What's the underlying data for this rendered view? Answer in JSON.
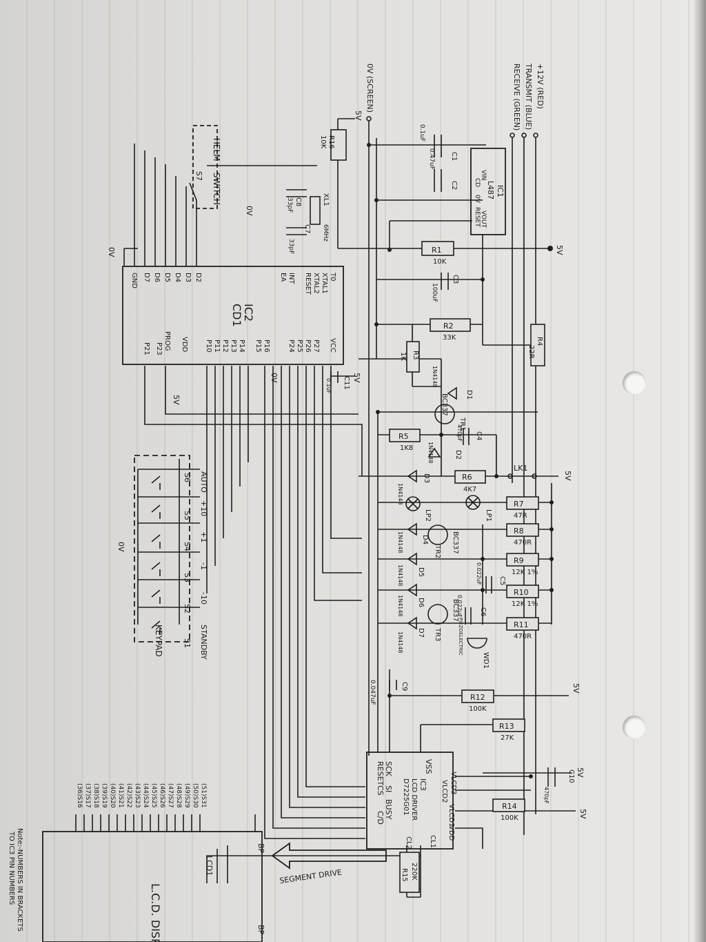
{
  "chip_labels": {
    "ic1": [
      "IC1",
      "L487",
      "VIN",
      "VOUT",
      "CD",
      "0V",
      "RESET"
    ],
    "ic2": [
      "IC2",
      "CD1",
      "T0",
      "XTAL1",
      "XTAL2",
      "RESET",
      "EA",
      "INT",
      "GND",
      "VCC",
      "VDD",
      "PROG"
    ],
    "ic3": [
      "IC3",
      "LCD DRIVER",
      "D7225G01",
      "VSS",
      "VLCD3",
      "VLCD2",
      "VLCD1",
      "VDD",
      "CL1",
      "CL2",
      "SCK",
      "RESET",
      "SI",
      "CS",
      "BUSY",
      "C/D"
    ]
  },
  "connector": [
    "+12V (RED)",
    "TRANSMIT (BLUE)",
    "RECEIVE (GREEN)",
    "0V (SCREEN)"
  ],
  "components": [
    {
      "ref": "R16",
      "val": "10K"
    },
    {
      "ref": "C1",
      "val": "0.47uF"
    },
    {
      "ref": "C2",
      "val": ""
    },
    {
      "ref": "C8",
      "val": "33pF"
    },
    {
      "ref": "C7",
      "val": "33pF"
    },
    {
      "ref": "XL1",
      "val": "6MHz"
    },
    {
      "ref": "R1",
      "val": "10K"
    },
    {
      "ref": "C3",
      "val": "100uF"
    },
    {
      "ref": "R2",
      "val": "33K"
    },
    {
      "ref": "R3",
      "val": "1K"
    },
    {
      "ref": "R4",
      "val": "22R"
    },
    {
      "ref": "D1",
      "val": "1N4148"
    },
    {
      "ref": "TR1",
      "val": "BC337"
    },
    {
      "ref": "C11",
      "val": "0.1uF"
    },
    {
      "ref": "R5",
      "val": "1K8"
    },
    {
      "ref": "C4",
      "val": "470pF"
    },
    {
      "ref": "D2",
      "val": "1N4148"
    },
    {
      "ref": "D3",
      "val": "1N4148"
    },
    {
      "ref": "R6",
      "val": "4K7"
    },
    {
      "ref": "LK1",
      "val": ""
    },
    {
      "ref": "LP1",
      "val": ""
    },
    {
      "ref": "LP2",
      "val": ""
    },
    {
      "ref": "R7",
      "val": "47R"
    },
    {
      "ref": "R8",
      "val": "470R"
    },
    {
      "ref": "D4",
      "val": "1N4148"
    },
    {
      "ref": "TR2",
      "val": "BC337"
    },
    {
      "ref": "R9",
      "val": "12K 1%"
    },
    {
      "ref": "C5",
      "val": "0.022uF"
    },
    {
      "ref": "D5",
      "val": "1N4148"
    },
    {
      "ref": "R10",
      "val": "12K 1%"
    },
    {
      "ref": "D6",
      "val": "1N4148"
    },
    {
      "ref": "C6",
      "val": "0.022uF"
    },
    {
      "ref": "TR3",
      "val": "BC337"
    },
    {
      "ref": "R11",
      "val": "470R"
    },
    {
      "ref": "D7",
      "val": "1N4148"
    },
    {
      "ref": "WD1",
      "val": "PIEZOELECTRIC"
    },
    {
      "ref": "C9",
      "val": "0.047uF"
    },
    {
      "ref": "R12",
      "val": "100K"
    },
    {
      "ref": "R13",
      "val": "27K"
    },
    {
      "ref": "C10",
      "val": "470pF"
    },
    {
      "ref": "R14",
      "val": "100K"
    },
    {
      "ref": "R15",
      "val": "220K"
    }
  ],
  "switch_labels": [
    "HELM",
    "SWITCH",
    "S7"
  ],
  "keypad": {
    "title": "KEYPAD",
    "keys": [
      {
        "ref": "S6",
        "label": "AUTO"
      },
      {
        "ref": "S5",
        "label": "+10"
      },
      {
        "ref": "S4",
        "label": "+1"
      },
      {
        "ref": "S3",
        "label": "-1"
      },
      {
        "ref": "S2",
        "label": "-10"
      },
      {
        "ref": "S1",
        "label": "STANDBY"
      }
    ]
  },
  "rail_labels": {
    "v5": "5V",
    "v0": "0V",
    "v12": "0.1uF"
  },
  "lcd": {
    "title": "L.C.D. DISPLAY",
    "designator": "LCD1",
    "arrow_label": "SEGMENT DRIVE",
    "pins_top": [
      "(51)S31",
      "(50)S30",
      "(49)S29",
      "(48)S28",
      "(47)S27",
      "(46)S26",
      "(45)S25",
      "(44)S24",
      "(43)S23",
      "(42)S22",
      "(41)S21",
      "(40)S20",
      "(39)S19",
      "(38)S18",
      "(37)S17",
      "(36)S16"
    ],
    "bp": "BP"
  },
  "note": [
    "Note:-NUMBERS IN BRACKETS",
    "TO IC3 PIN NUMBERS"
  ]
}
